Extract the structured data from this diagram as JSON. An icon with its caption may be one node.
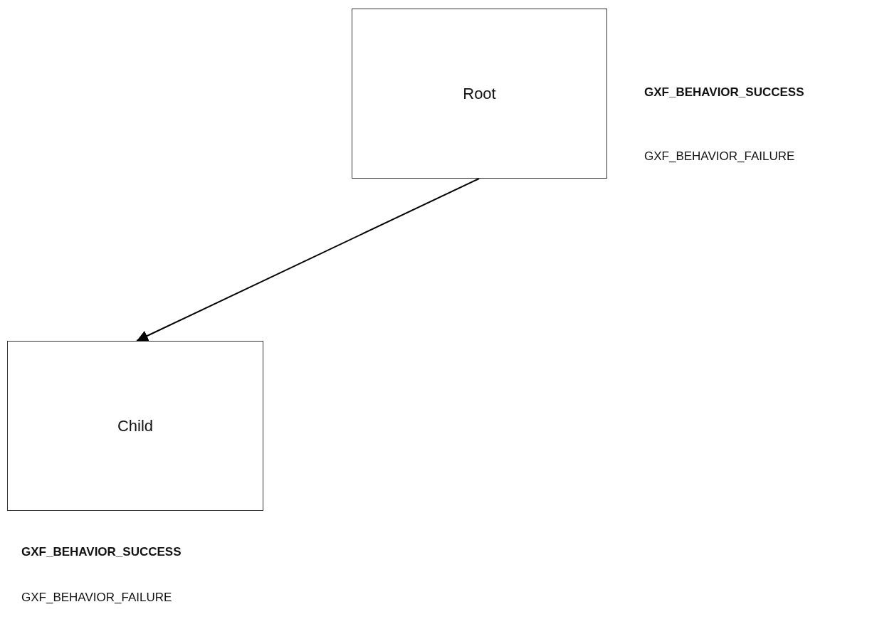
{
  "diagram": {
    "nodes": [
      {
        "text": [
          "Root"
        ],
        "beside": [
          "GXF_BEHAVIOR_SUCCESS",
          "GXF_BEHAVIOR_FAILURE"
        ]
      },
      {
        "text": [
          "Child"
        ],
        "beside": [
          "GXF_BEHAVIOR_SUCCESS",
          "GXF_BEHAVIOR_FAILURE"
        ]
      }
    ],
    "edges": [
      {
        "from": 0,
        "to": 1,
        "arrow": "to"
      }
    ]
  }
}
